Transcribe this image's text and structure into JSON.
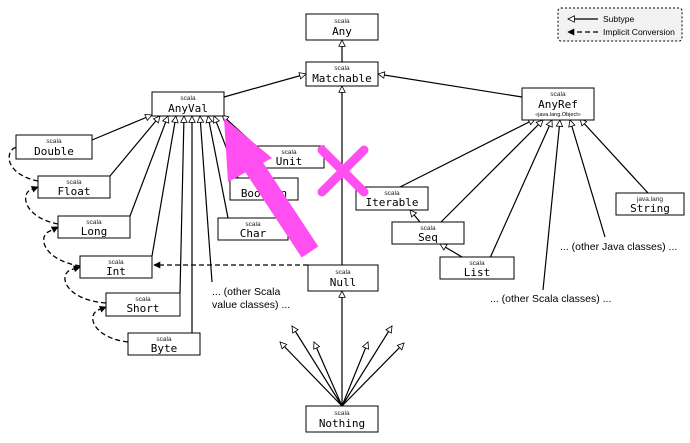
{
  "legend": {
    "subtype_label": "Subtype",
    "implicit_label": "Implicit Conversion"
  },
  "nodes": {
    "any": {
      "pkg": "scala",
      "name": "Any"
    },
    "matchable": {
      "pkg": "scala",
      "name": "Matchable"
    },
    "anyval": {
      "pkg": "scala",
      "name": "AnyVal"
    },
    "anyref": {
      "pkg": "scala",
      "name": "AnyRef",
      "sub": "«java.lang.Object»"
    },
    "double": {
      "pkg": "scala",
      "name": "Double"
    },
    "float": {
      "pkg": "scala",
      "name": "Float"
    },
    "long": {
      "pkg": "scala",
      "name": "Long"
    },
    "int": {
      "pkg": "scala",
      "name": "Int"
    },
    "short": {
      "pkg": "scala",
      "name": "Short"
    },
    "byte": {
      "pkg": "scala",
      "name": "Byte"
    },
    "unit": {
      "pkg": "scala",
      "name": "Unit"
    },
    "boolean": {
      "pkg": "scala",
      "name": "Boolean"
    },
    "char": {
      "pkg": "scala",
      "name": "Char"
    },
    "iterable": {
      "pkg": "scala",
      "name": "Iterable"
    },
    "seq": {
      "pkg": "scala",
      "name": "Seq"
    },
    "list": {
      "pkg": "scala",
      "name": "List"
    },
    "string": {
      "pkg": "java.lang",
      "name": "String"
    },
    "null": {
      "pkg": "scala",
      "name": "Null"
    },
    "nothing": {
      "pkg": "scala",
      "name": "Nothing"
    }
  },
  "notes": {
    "other_scala_value_line1": "... (other Scala",
    "other_scala_value_line2": "value classes) ...",
    "other_java": "... (other Java classes) ...",
    "other_scala": "... (other Scala classes) ..."
  },
  "overlay_colors": {
    "magenta": "#ff4ff0"
  }
}
